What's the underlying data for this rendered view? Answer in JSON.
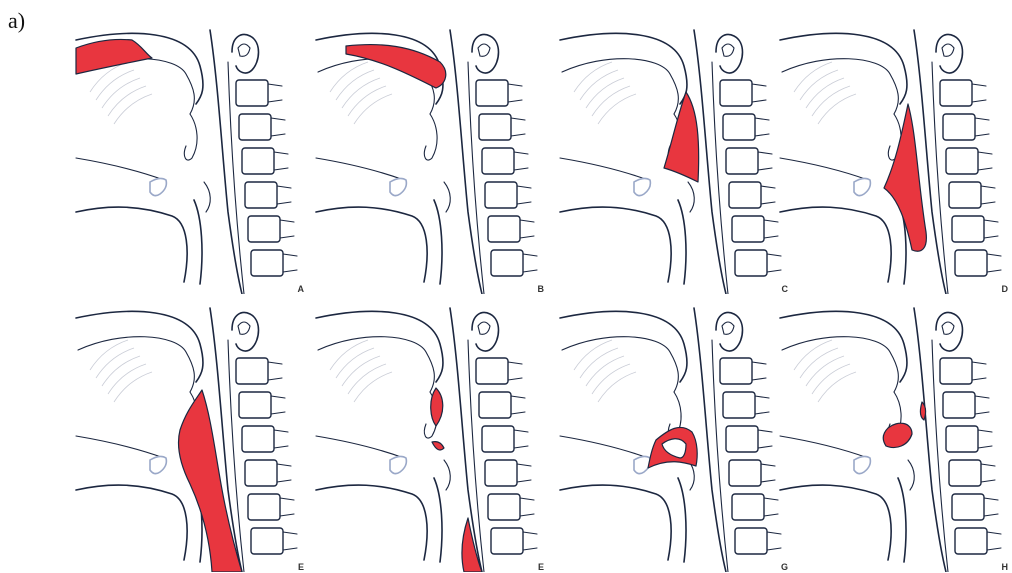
{
  "figure_label": "a)",
  "colors": {
    "lesion": "#e8363f",
    "line": "#1c2740",
    "hyoid": "#9aa8c8",
    "sketch": "#c9ccd6"
  },
  "panels": [
    {
      "letter": "A",
      "lesion": "lesion-nasopharynx-roof"
    },
    {
      "letter": "B",
      "lesion": "lesion-palate-superior"
    },
    {
      "letter": "C",
      "lesion": "lesion-posterior-wall-oropharynx"
    },
    {
      "letter": "D",
      "lesion": "lesion-posterior-wall-lower"
    },
    {
      "letter": "E",
      "lesion": "lesion-posterior-wall-extended"
    },
    {
      "letter": "E",
      "lesion": "lesion-hypopharynx-and-soft-palate"
    },
    {
      "letter": "G",
      "lesion": "lesion-tongue-base-outline"
    },
    {
      "letter": "H",
      "lesion": "lesion-small-tonsillar"
    }
  ]
}
